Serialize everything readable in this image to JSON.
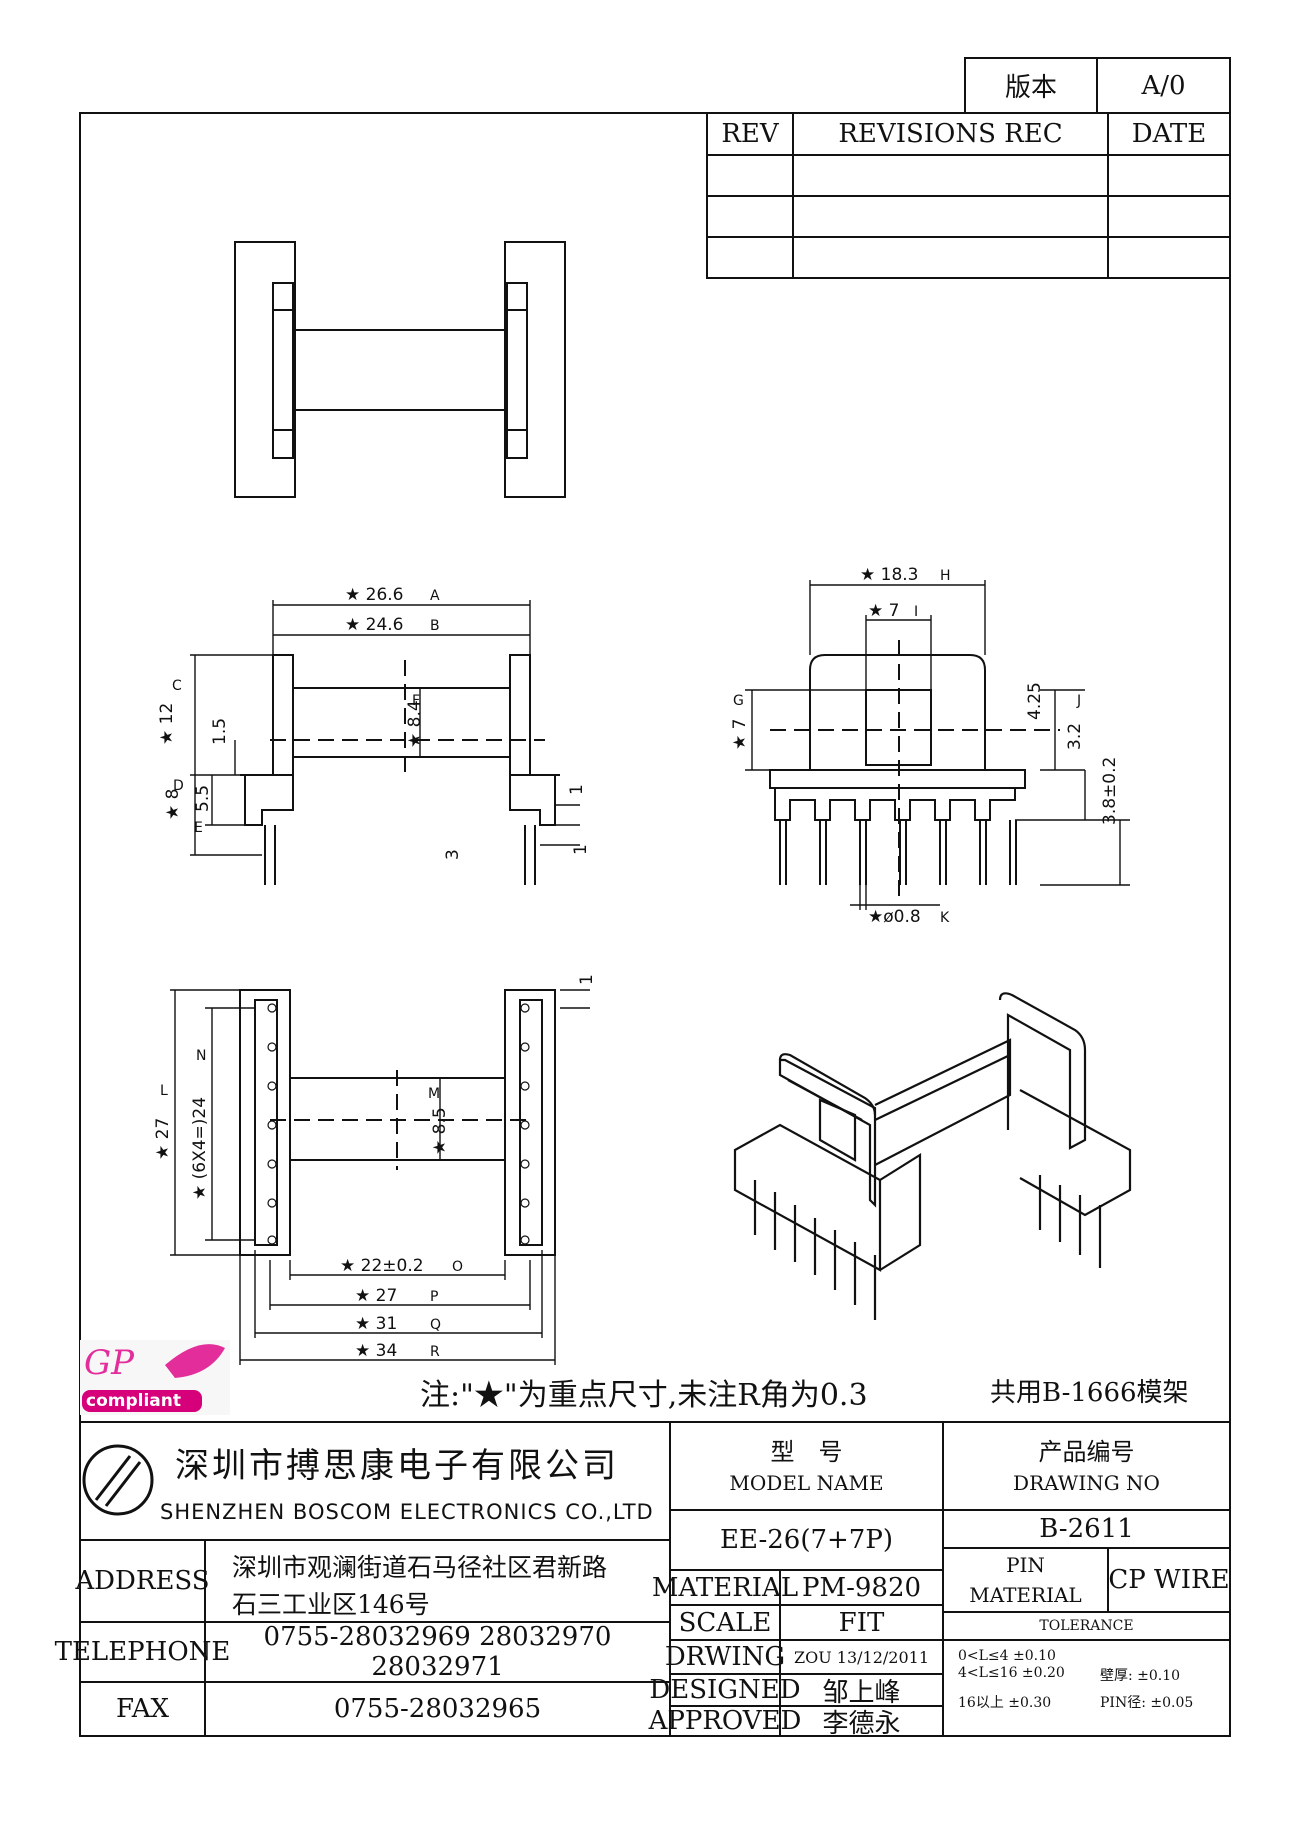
{
  "header": {
    "version_label": "版本",
    "version_value": "A/0",
    "rev_col": "REV",
    "revisions_col": "REVISIONS REC",
    "date_col": "DATE"
  },
  "dimensions": {
    "A": "★ 26.6",
    "B": "★ 24.6",
    "C": "★ 12",
    "v15": "1.5",
    "F": "★ 8.4",
    "D": "★ 8",
    "E": "5.5",
    "v1a": "1",
    "v3": "3",
    "v1b": "1",
    "H": "★ 18.3",
    "I": "★ 7",
    "G": "★ 7",
    "v425": "4.25",
    "J": "3.2",
    "v38": "3.8±0.2",
    "K": "★ø0.8",
    "v1c": "1",
    "L": "★ 27",
    "N": "★ (6X4=)24",
    "M": "★ 8.5",
    "O": "★ 22±0.2",
    "P": "★ 27",
    "Q": "★ 31",
    "R": "★ 34"
  },
  "dim_markers": {
    "A": "A",
    "B": "B",
    "C": "C",
    "D": "D",
    "E": "E",
    "F": "F",
    "G": "G",
    "H": "H",
    "I": "I",
    "J": "J",
    "K": "K",
    "L": "L",
    "M": "M",
    "N": "N",
    "O": "O",
    "P": "P",
    "Q": "Q",
    "R": "R"
  },
  "logo": {
    "gp": "GP",
    "compliant": "compliant"
  },
  "notes": {
    "note": "注:\"★\"为重点尺寸,未注R角为0.3",
    "shared": "共用B-1666模架"
  },
  "title_block": {
    "company_cn": "深圳市搏思康电子有限公司",
    "company_en": "SHENZHEN BOSCOM ELECTRONICS CO.,LTD",
    "model_cn": "型　号",
    "model_en": "MODEL NAME",
    "model_value": "EE-26(7+7P)",
    "drawing_cn": "产品编号",
    "drawing_en": "DRAWING NO",
    "drawing_value": "B-2611",
    "address_label": "ADDRESS",
    "address_line1": "深圳市观澜街道石马径社区君新路",
    "address_line2": "石三工业区146号",
    "telephone_label": "TELEPHONE",
    "telephone_value": "0755-28032969 28032970 28032971",
    "fax_label": "FAX",
    "fax_value": "0755-28032965",
    "material_label": "MATERIAL",
    "material_value": "PM-9820",
    "scale_label": "SCALE",
    "scale_value": "FIT",
    "drawing_label": "DRWING",
    "drawing_by": "ZOU 13/12/2011",
    "designed_label": "DESIGNED",
    "designed_value": "邹上峰",
    "approved_label": "APPROVED",
    "approved_value": "李德永",
    "pin_material_label_1": "PIN",
    "pin_material_label_2": "MATERIAL",
    "pin_material_value": "CP WIRE",
    "tolerance_label": "TOLERANCE",
    "tol_1": "0<L≤4 ±0.10",
    "tol_2": "4<L≤16 ±0.20",
    "tol_3": "16以上 ±0.30",
    "wall_label": "壁厚: ±0.10",
    "pin_dia_label": "PIN径: ±0.05"
  }
}
